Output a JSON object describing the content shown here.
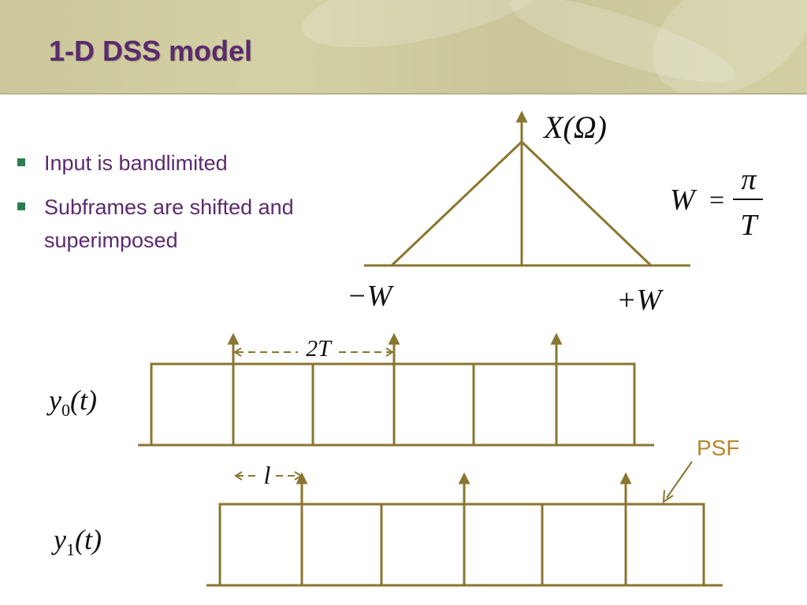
{
  "slide": {
    "title": "1-D DSS model",
    "bullets": [
      {
        "text": "Input is bandlimited"
      },
      {
        "text": "Subframes are shifted and superimposed"
      }
    ]
  },
  "spectrum": {
    "function_label": "X(Ω)",
    "left_label": "−W",
    "right_label": "+W",
    "equation": {
      "lhs": "W",
      "equals": "=",
      "numerator": "π",
      "denominator": "T"
    }
  },
  "frames": {
    "period_label": "2T",
    "shift_label": "l",
    "psf_label": "PSF",
    "y0": {
      "name": "y",
      "subscript": "0",
      "arg": "(t)"
    },
    "y1": {
      "name": "y",
      "subscript": "1",
      "arg": "(t)"
    }
  },
  "colors": {
    "title": "#5b2a6e",
    "bullet_text": "#5b2a6e",
    "bullet_marker": "#2e7d4f",
    "diagram_line": "#8a7630",
    "psf_label": "#b5872a",
    "header_band": "#cbc79a"
  }
}
